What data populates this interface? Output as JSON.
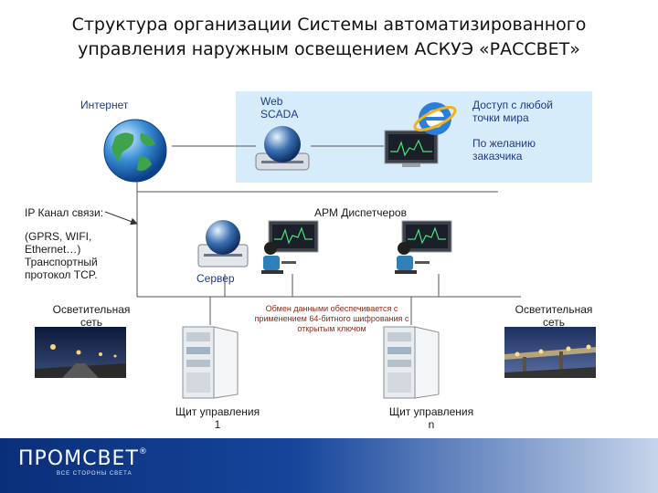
{
  "title": "Структура организации Системы автоматизированного управления наружным освещением АСКУЭ «РАССВЕТ»",
  "labels": {
    "internet": "Интернет",
    "web_scada": "Web\nSCADA",
    "access_anywhere": "Доступ с любой\nточки мира",
    "on_request": "По желанию\nзаказчика",
    "ip_channel": "IP Канал связи:",
    "protocols": "(GPRS, WIFI,\nEthernet…)\nТранспортный\nпротокол TCP.",
    "arm": "АРМ Диспетчеров",
    "server": "Сервер",
    "lighting_left": "Осветительная\nсеть",
    "lighting_right": "Осветительная\nсеть",
    "encryption": "Обмен данными обеспечивается с\nприменением 64-битного шифрования с\nоткрытым ключом",
    "panel_1": "Щит управления\n1",
    "panel_n": "Щит управления\nn"
  },
  "footer": {
    "logo": "ПРОМСВЕТ",
    "registered": "®",
    "tagline": "ВСЕ СТОРОНЫ СВЕТА"
  },
  "icons": [
    "globe-icon",
    "web-server-icon",
    "monitor-icon",
    "browser-icon",
    "server-icon",
    "operator-icon",
    "control-cabinet-icon"
  ],
  "colors": {
    "cloud": "#d6ecfb",
    "footer_dark": "#0a2f7a",
    "label_blue": "#1f3a8a",
    "label_red": "#8b2b18"
  }
}
